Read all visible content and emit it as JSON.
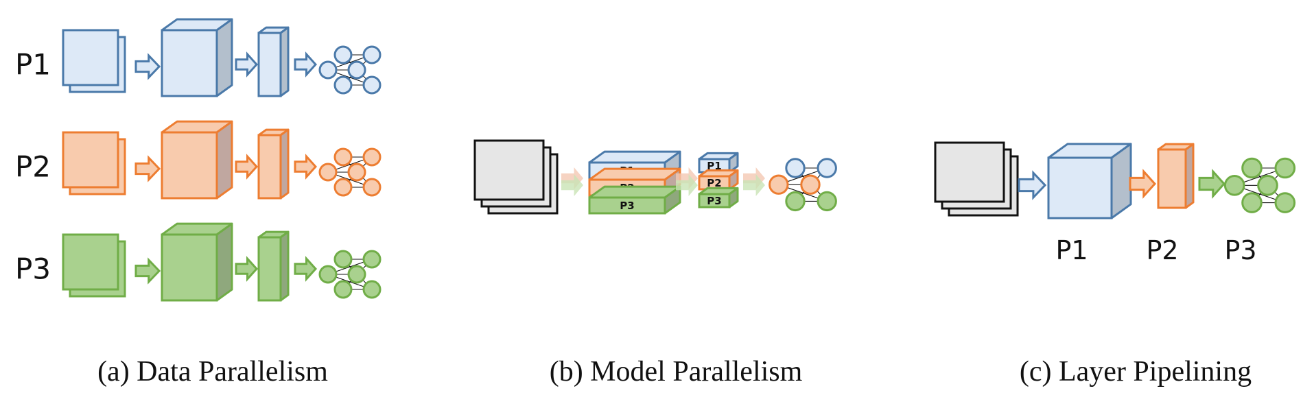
{
  "colors": {
    "blue": {
      "stroke": "#4a79a9",
      "fill": "#dde9f7",
      "side": "#b3bfcc"
    },
    "orange": {
      "stroke": "#ed7d31",
      "fill": "#f8cbad",
      "side": "#c0a7a0"
    },
    "green": {
      "stroke": "#70ad47",
      "fill": "#a9d18e",
      "side": "#8fa87d"
    },
    "gray": {
      "stroke": "#111111",
      "fill": "#e6e6e6"
    }
  },
  "panel_a": {
    "rows": [
      {
        "label": "P1",
        "color": "blue"
      },
      {
        "label": "P2",
        "color": "orange"
      },
      {
        "label": "P3",
        "color": "green"
      }
    ],
    "caption": "(a) Data Parallelism"
  },
  "panel_b": {
    "layers": [
      {
        "label": "P1",
        "color": "blue"
      },
      {
        "label": "P2",
        "color": "orange"
      },
      {
        "label": "P3",
        "color": "green"
      }
    ],
    "caption": "(b) Model Parallelism"
  },
  "panel_c": {
    "stages": [
      {
        "label": "P1",
        "color": "blue"
      },
      {
        "label": "P2",
        "color": "orange"
      },
      {
        "label": "P3",
        "color": "green"
      }
    ],
    "caption": "(c) Layer Pipelining"
  }
}
